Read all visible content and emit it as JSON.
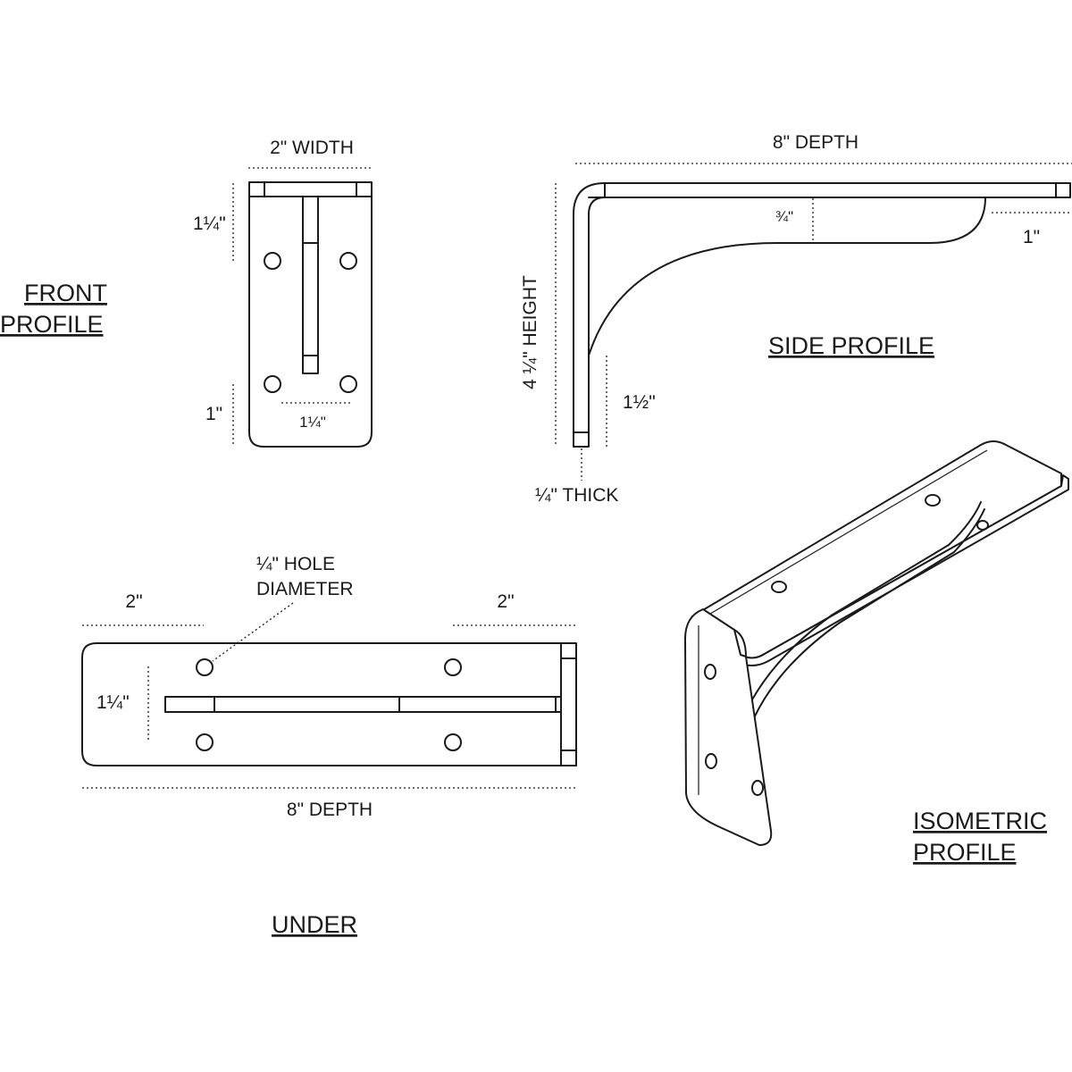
{
  "views": {
    "front": {
      "title_line1": "FRONT",
      "title_line2": "PROFILE",
      "width_label": "2\" WIDTH",
      "top_label": "1¼\"",
      "bottom_label": "1\"",
      "hole_spacing_label": "1¼\""
    },
    "side": {
      "title": "SIDE PROFILE",
      "depth_label": "8\" DEPTH",
      "web_label": "¾\"",
      "tip_label": "1\"",
      "height_label": "4 ¼\" HEIGHT",
      "lower_label": "1½\"",
      "thick_label": "¼\" THICK"
    },
    "under": {
      "title": "UNDER",
      "hole_label_line1": "¼\" HOLE",
      "hole_label_line2": "DIAMETER",
      "left_label": "2\"",
      "right_label": "2\"",
      "spacing_label": "1¼\"",
      "depth_label": "8\" DEPTH"
    },
    "isometric": {
      "title_line1": "ISOMETRIC",
      "title_line2": "PROFILE"
    }
  }
}
